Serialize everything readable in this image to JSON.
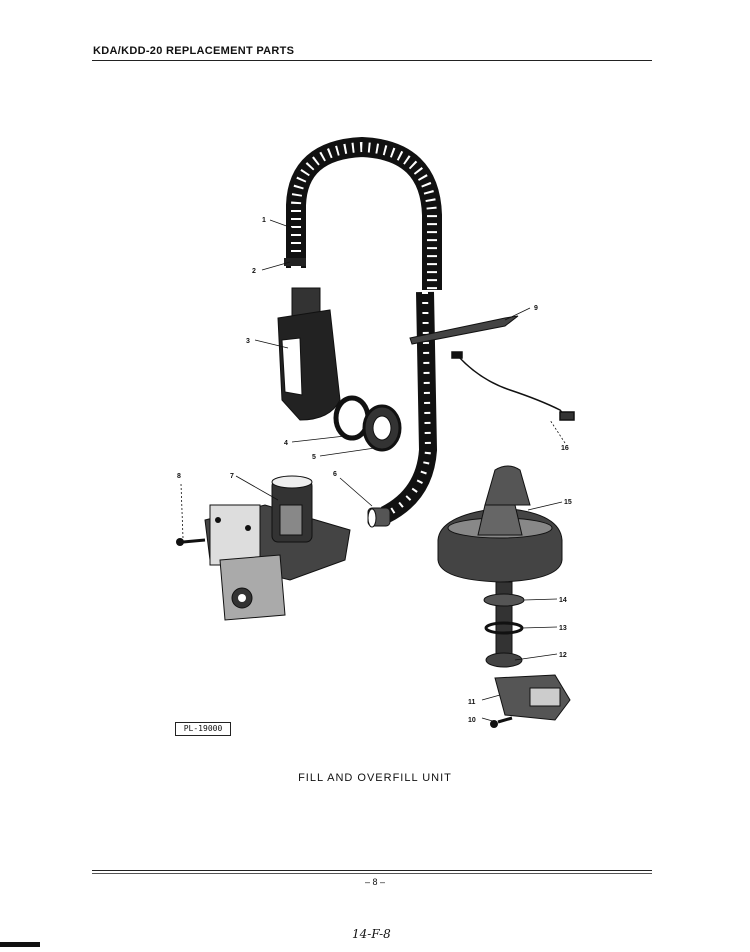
{
  "header": {
    "title": "KDA/KDD-20 REPLACEMENT PARTS"
  },
  "diagram": {
    "callouts": [
      {
        "id": "c1",
        "label": "1"
      },
      {
        "id": "c2",
        "label": "2"
      },
      {
        "id": "c3",
        "label": "3"
      },
      {
        "id": "c4",
        "label": "4"
      },
      {
        "id": "c5",
        "label": "5"
      },
      {
        "id": "c6",
        "label": "6"
      },
      {
        "id": "c7",
        "label": "7"
      },
      {
        "id": "c8",
        "label": "8"
      },
      {
        "id": "c9",
        "label": "9"
      },
      {
        "id": "c10",
        "label": "10"
      },
      {
        "id": "c11",
        "label": "11"
      },
      {
        "id": "c12",
        "label": "12"
      },
      {
        "id": "c13",
        "label": "13"
      },
      {
        "id": "c14",
        "label": "14"
      },
      {
        "id": "c15",
        "label": "15"
      },
      {
        "id": "c16",
        "label": "16"
      }
    ],
    "reference_code": "PL-19000"
  },
  "caption": "FILL AND OVERFILL UNIT",
  "footer": {
    "page_number": "– 8 –",
    "handwritten_note": "14-F-8"
  }
}
